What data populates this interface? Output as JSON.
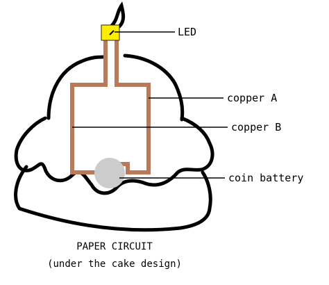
{
  "labels": {
    "led": "LED",
    "copper_a": "copper A",
    "copper_b": "copper B",
    "coin_battery": "coin battery"
  },
  "caption": {
    "line1": "PAPER CIRCUIT",
    "line2": "(under the cake design)"
  },
  "colors": {
    "outline": "#000000",
    "copper": "#b87a5a",
    "led": "#ffee00",
    "battery": "#cccccc"
  }
}
